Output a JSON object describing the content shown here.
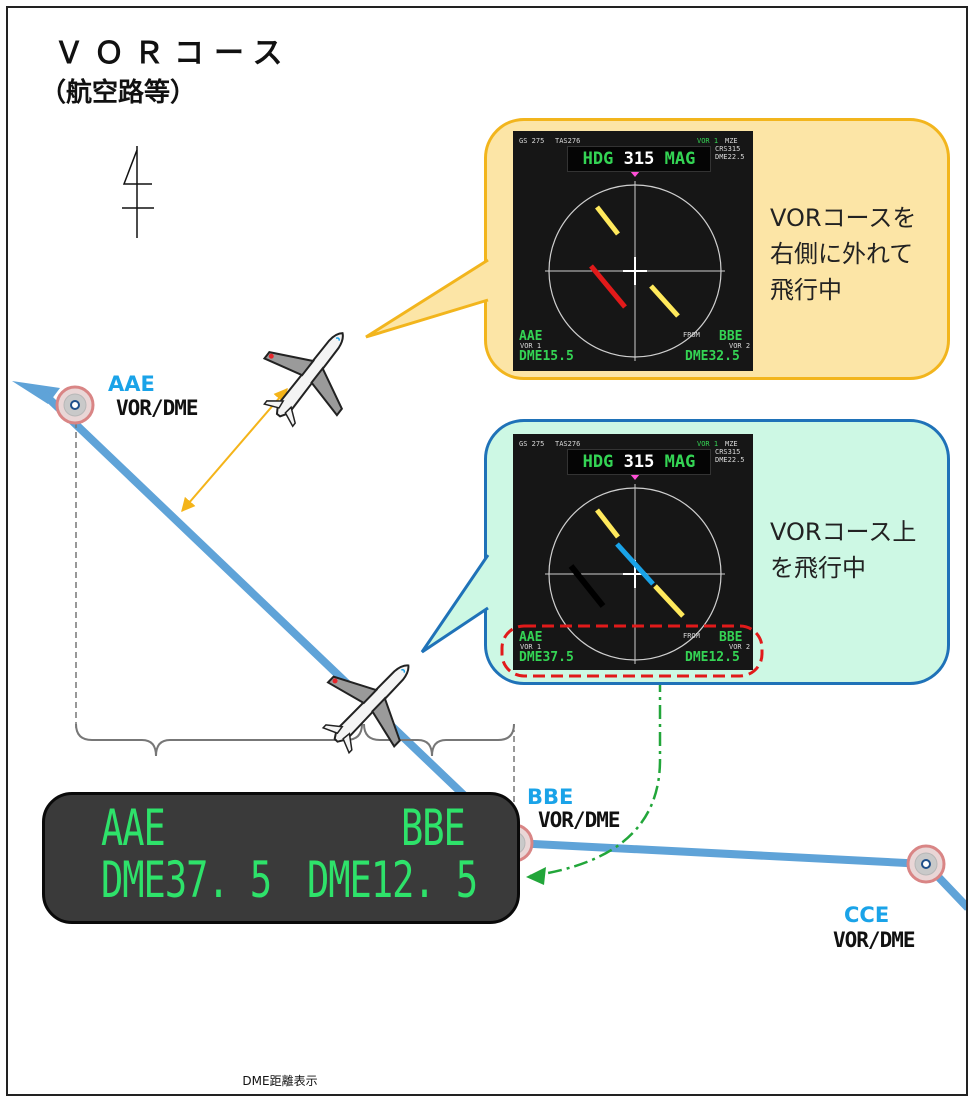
{
  "title": {
    "line1": "ＶＯＲコース",
    "line2": "（航空路等）"
  },
  "stations": [
    {
      "name": "AAE",
      "type": "VOR/DME"
    },
    {
      "name": "BBE",
      "type": "VOR/DME"
    },
    {
      "name": "CCE",
      "type": "VOR/DME"
    }
  ],
  "callouts": [
    {
      "lines": [
        "VORコースを",
        "右側に外れて",
        "飛行中"
      ]
    },
    {
      "lines": [
        "VORコース上",
        "を飛行中"
      ]
    }
  ],
  "nav_display": {
    "gs": "GS 275",
    "tas": "TAS276",
    "hdg_label": "HDG",
    "hdg_value": "315",
    "hdg_ref": "MAG",
    "vor": "VOR 1",
    "vor_id": "MZE",
    "crs": "CRS315",
    "dme_top": "DME22.5",
    "left_station": "AAE",
    "right_station": "BBE",
    "left_vor": "VOR 1",
    "right_vor": "VOR 2",
    "from_label": "FROM",
    "display1": {
      "left_dme": "DME15.5",
      "right_dme": "DME32.5"
    },
    "display2": {
      "left_dme": "DME37.5",
      "right_dme": "DME12.5"
    }
  },
  "dme_panel": {
    "left_station": "AAE",
    "right_station": "BBE",
    "left_dme": "DME37. 5",
    "right_dme": "DME12. 5"
  },
  "caption": "DME距離表示",
  "colors": {
    "course_line": "#5fa3d8",
    "callout1_fill": "#fce5a6",
    "callout1_border": "#f2b51d",
    "callout2_fill": "#cdf8e4",
    "callout2_border": "#1f72b8",
    "station_name": "#1aa3e8",
    "dme_text": "#2ee26a",
    "deviation_arrow": "#f4b41a",
    "link_arrow": "#22a63a"
  }
}
